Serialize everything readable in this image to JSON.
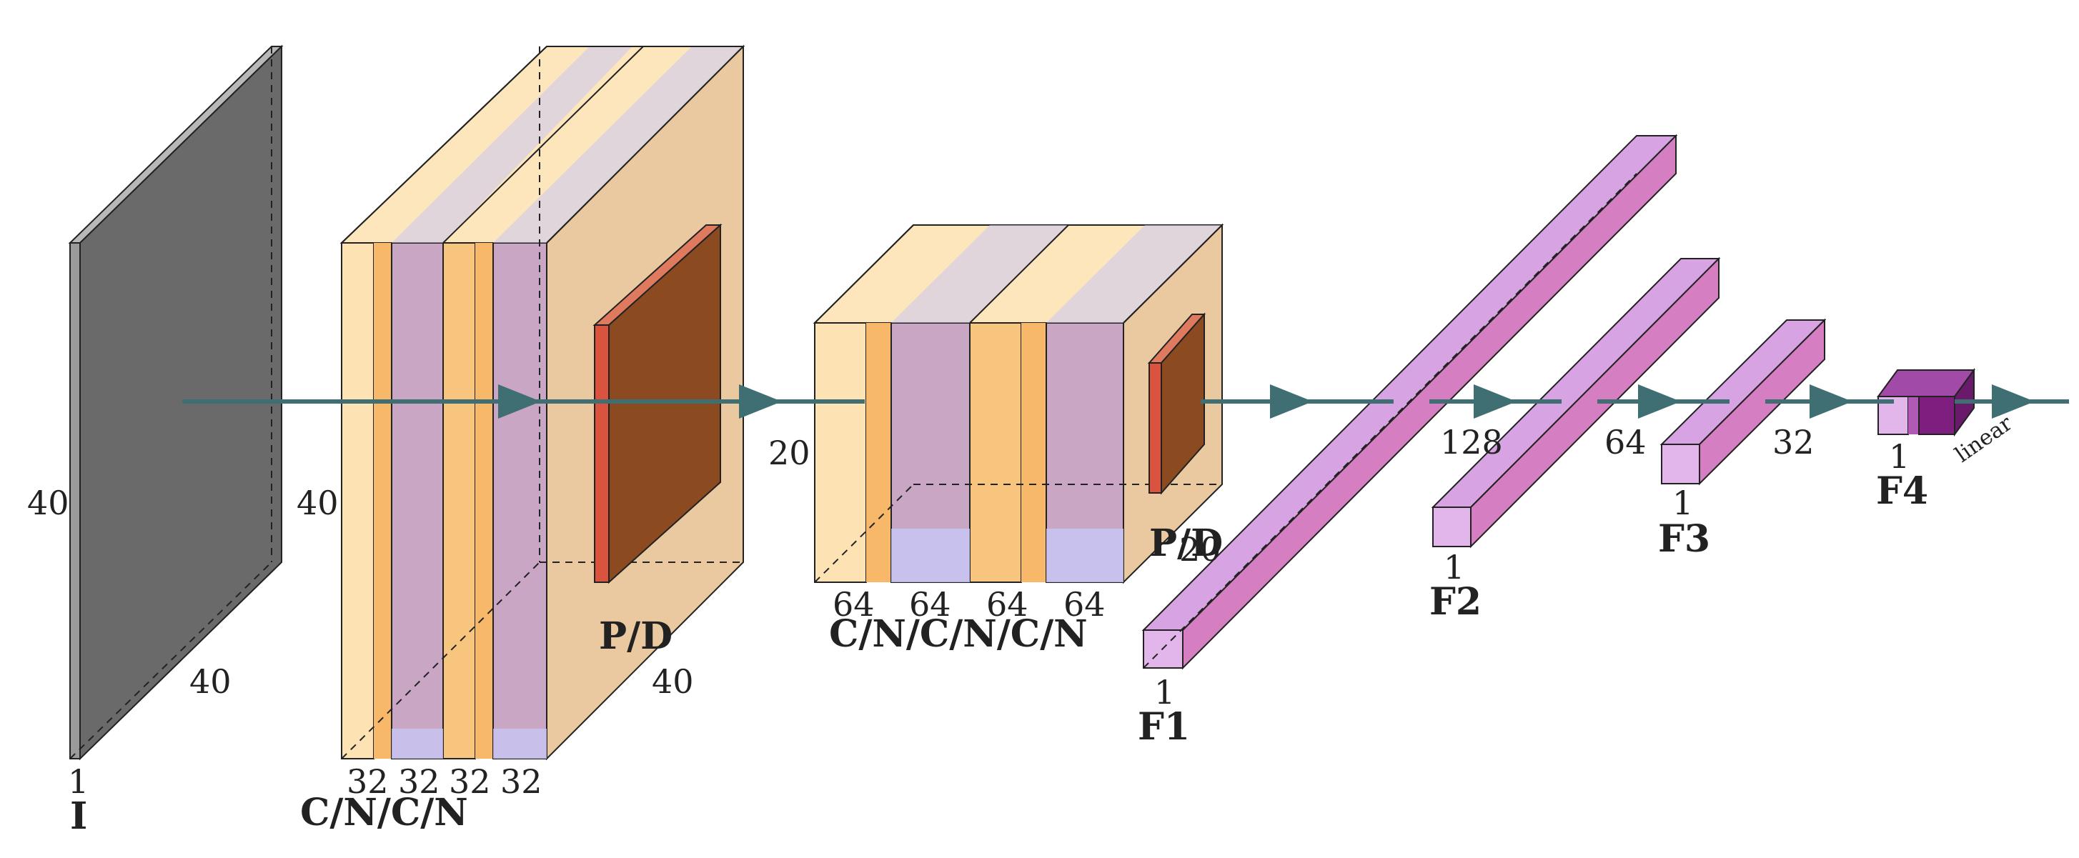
{
  "colors": {
    "input_gray": "#6a6a6a",
    "conv": "#fde3b4",
    "relu": "#f7b86a",
    "norm": "#c9c6f5",
    "pool": "#d9533f",
    "pool_face": "#8b4a1f",
    "fc": "#d57fc2",
    "fc_light": "#e3b6eb",
    "softmax": "#7e1f7f",
    "arrow": "#3f6f72"
  },
  "input": {
    "label": "I",
    "height": "40",
    "width": "40",
    "depth": "1"
  },
  "block1": {
    "caption": "C/N/C/N",
    "height": "40",
    "channels": [
      "32",
      "32",
      "32",
      "32"
    ],
    "pool_caption": "P/D",
    "pool_width": "40"
  },
  "block2": {
    "caption": "C/N/C/N/C/N",
    "height": "20",
    "channels": [
      "64",
      "64",
      "64",
      "64"
    ],
    "pool_caption": "P/D",
    "pool_width": "20"
  },
  "fc": [
    {
      "label": "F1",
      "depth": "1",
      "size": ""
    },
    {
      "label": "F2",
      "depth": "1",
      "size": "128"
    },
    {
      "label": "F3",
      "depth": "1",
      "size": "64"
    },
    {
      "label": "F4",
      "depth": "1",
      "size": "32"
    }
  ],
  "output": {
    "activation": "linear"
  }
}
